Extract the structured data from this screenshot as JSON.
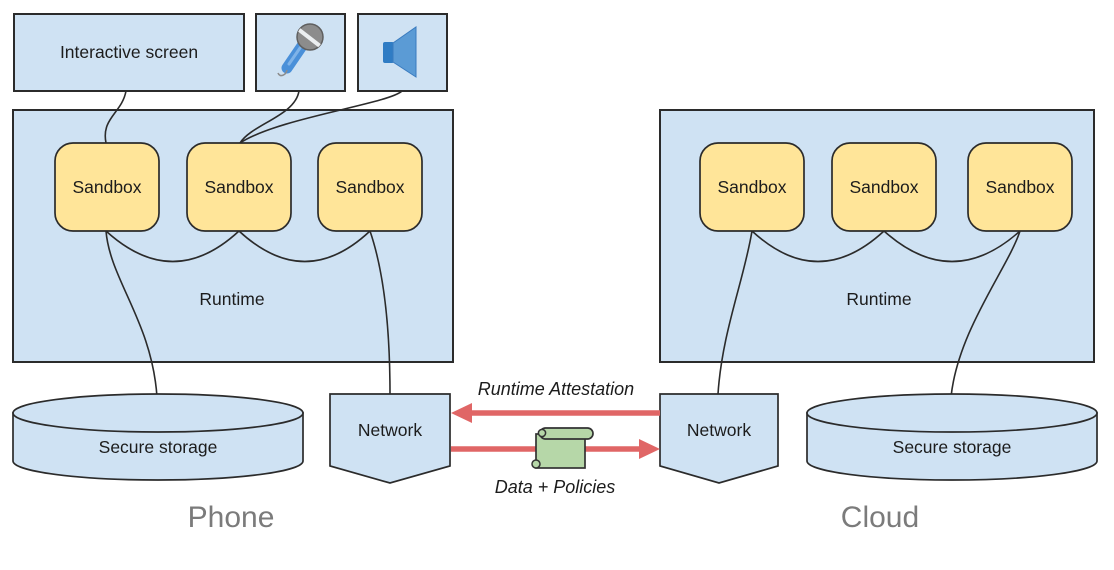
{
  "phone": {
    "section_label": "Phone",
    "interactive_screen_label": "Interactive screen",
    "runtime_label": "Runtime",
    "sandboxes": [
      "Sandbox",
      "Sandbox",
      "Sandbox"
    ],
    "network_label": "Network",
    "storage_label": "Secure storage",
    "peripherals": [
      "microphone-icon",
      "speaker-icon"
    ]
  },
  "cloud": {
    "section_label": "Cloud",
    "runtime_label": "Runtime",
    "sandboxes": [
      "Sandbox",
      "Sandbox",
      "Sandbox"
    ],
    "network_label": "Network",
    "storage_label": "Secure storage"
  },
  "channel": {
    "attestation_label": "Runtime Attestation",
    "data_policies_label": "Data + Policies",
    "document_icon": "scroll-icon"
  },
  "colors": {
    "node_fill_blue": "#cfe2f3",
    "sandbox_fill_yellow": "#ffe599",
    "scroll_fill_green": "#b6d7a8",
    "arrow_red": "#e06666",
    "outline_dark": "#2b2b2b",
    "section_label_gray": "#7b7b7b",
    "background": "#ffffff"
  }
}
